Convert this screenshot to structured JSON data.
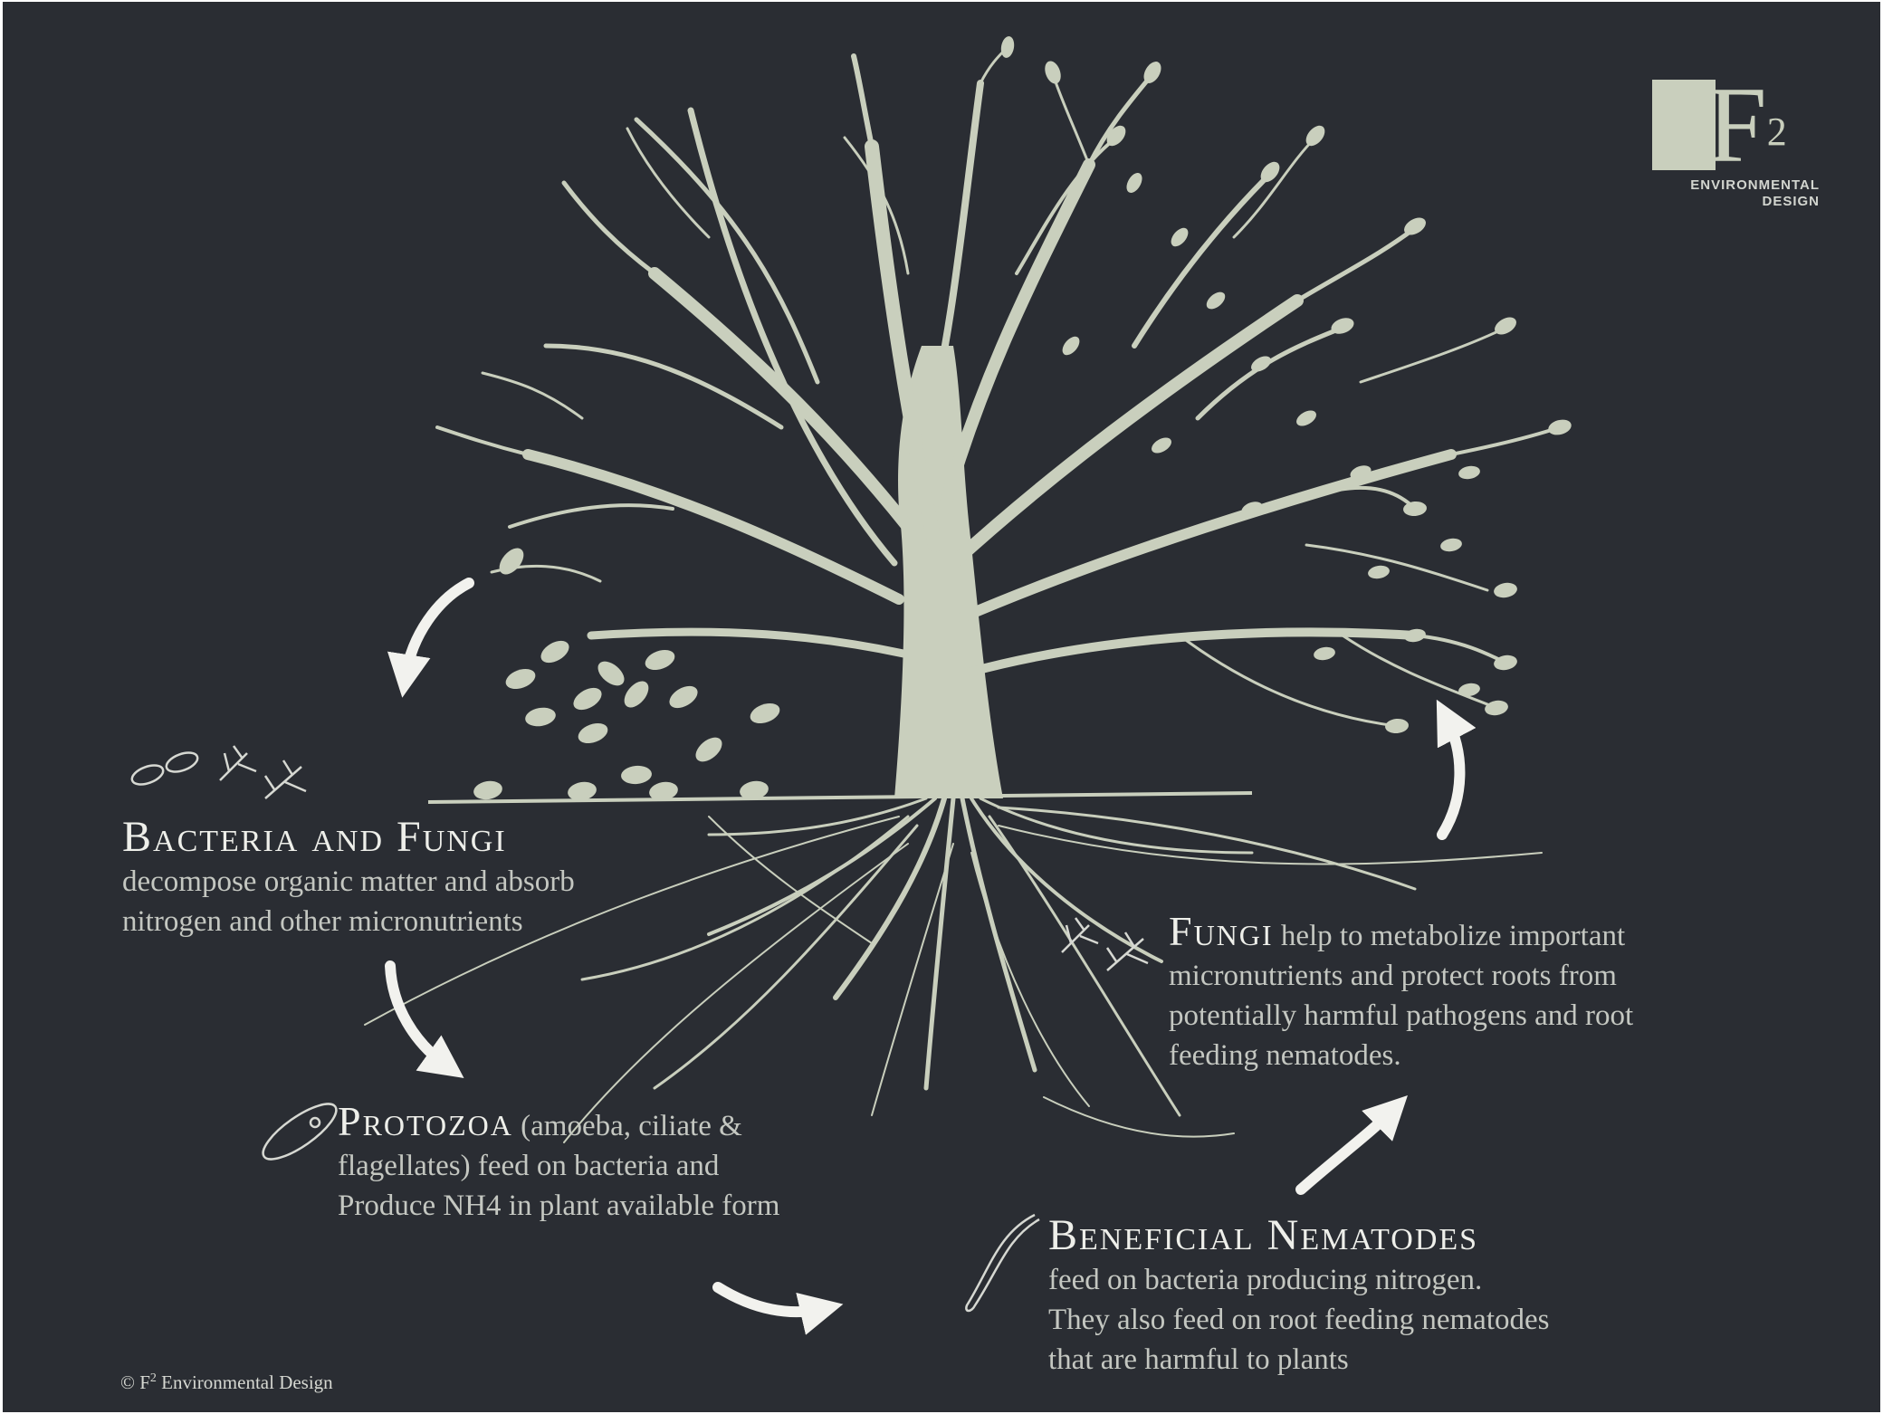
{
  "colors": {
    "background": "#2a2d33",
    "tree": "#c9cfbd",
    "arrow": "#f2f2ee",
    "title": "#eeefea",
    "body_text": "#c4c7c1"
  },
  "logo": {
    "mark": "F",
    "superscript": "2",
    "line1": "ENVIRONMENTAL",
    "line2": "DESIGN"
  },
  "sections": {
    "bacteria_fungi": {
      "title": "Bacteria and Fungi",
      "line1": "decompose organic matter and absorb",
      "line2": "nitrogen and other micronutrients",
      "icons": [
        "bacteria-icon",
        "fungi-icon"
      ]
    },
    "protozoa": {
      "title": "Protozoa",
      "line1": " (amoeba, ciliate &",
      "line2": "flagellates) feed on bacteria and",
      "line3": "Produce NH4 in plant available form",
      "icon": "protozoa-icon"
    },
    "nematodes": {
      "title": "Beneficial Nematodes",
      "line1": "feed on bacteria producing nitrogen.",
      "line2": "They also feed on root feeding nematodes",
      "line3": "that are harmful to plants",
      "icon": "nematode-icon"
    },
    "fungi": {
      "title": "Fungi",
      "line1": " help to metabolize important",
      "line2": "micronutrients and protect roots from",
      "line3": "potentially harmful pathogens and root",
      "line4": "feeding nematodes.",
      "icon": "fungi-icon"
    }
  },
  "copyright": {
    "prefix": "© F",
    "superscript": "2",
    "suffix": " Environmental Design"
  }
}
